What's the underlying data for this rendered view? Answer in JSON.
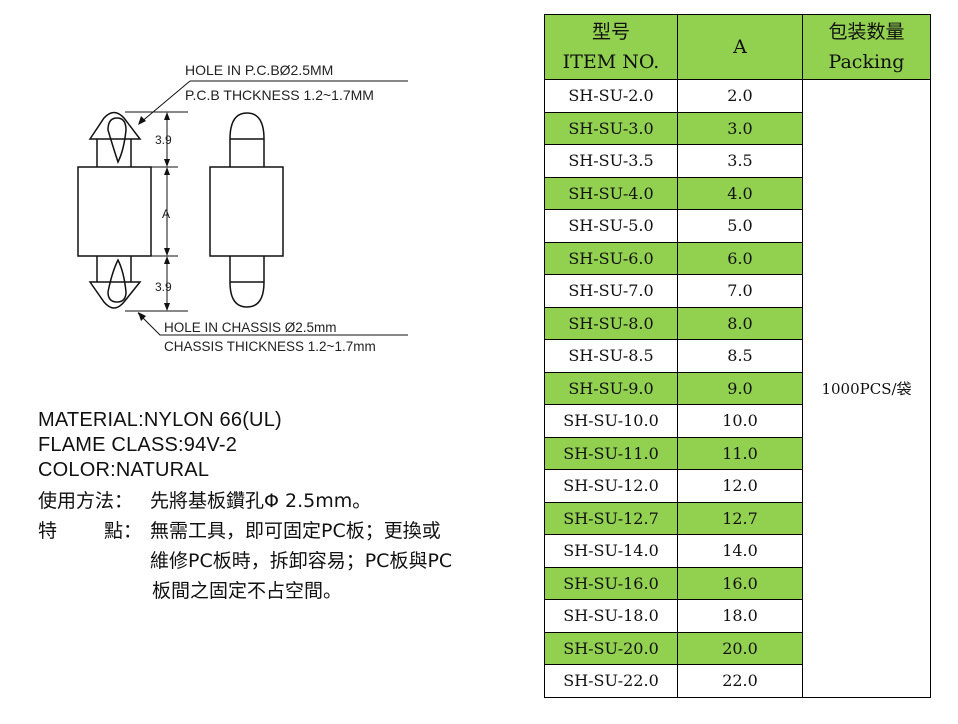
{
  "diagram": {
    "pcb_hole": "HOLE IN P.C.BØ2.5MM",
    "pcb_thickness": "P.C.B THCKNESS 1.2~1.7MM",
    "chassis_hole": "HOLE IN CHASSIS Ø2.5mm",
    "chassis_thickness": "CHASSIS THICKNESS 1.2~1.7mm",
    "dim_top": "3.9",
    "dim_mid": "A",
    "dim_bottom": "3.9"
  },
  "specs": {
    "material": "MATERIAL:NYLON 66(UL)",
    "flame": "FLAME CLASS:94V-2",
    "color": "COLOR:NATURAL",
    "usage_label": "使用方法：",
    "usage_text": "先將基板鑽孔Φ 2.5mm。",
    "feature_label_1": "特",
    "feature_label_2": "點：",
    "feature_line1": "無需工具，即可固定PC板；更換或",
    "feature_line2": "維修PC板時，拆卸容易；PC板與PC",
    "feature_line3": "板間之固定不占空間。"
  },
  "table": {
    "header_item_cn": "型号",
    "header_item_en": "ITEM NO.",
    "header_a": "A",
    "header_pack_cn": "包装数量",
    "header_pack_en": "Packing",
    "packing": "1000PCS/袋",
    "rows": [
      {
        "item": "SH-SU-2.0",
        "a": "2.0"
      },
      {
        "item": "SH-SU-3.0",
        "a": "3.0"
      },
      {
        "item": "SH-SU-3.5",
        "a": "3.5"
      },
      {
        "item": "SH-SU-4.0",
        "a": "4.0"
      },
      {
        "item": "SH-SU-5.0",
        "a": "5.0"
      },
      {
        "item": "SH-SU-6.0",
        "a": "6.0"
      },
      {
        "item": "SH-SU-7.0",
        "a": "7.0"
      },
      {
        "item": "SH-SU-8.0",
        "a": "8.0"
      },
      {
        "item": "SH-SU-8.5",
        "a": "8.5"
      },
      {
        "item": "SH-SU-9.0",
        "a": "9.0"
      },
      {
        "item": "SH-SU-10.0",
        "a": "10.0"
      },
      {
        "item": "SH-SU-11.0",
        "a": "11.0"
      },
      {
        "item": "SH-SU-12.0",
        "a": "12.0"
      },
      {
        "item": "SH-SU-12.7",
        "a": "12.7"
      },
      {
        "item": "SH-SU-14.0",
        "a": "14.0"
      },
      {
        "item": "SH-SU-16.0",
        "a": "16.0"
      },
      {
        "item": "SH-SU-18.0",
        "a": "18.0"
      },
      {
        "item": "SH-SU-20.0",
        "a": "20.0"
      },
      {
        "item": "SH-SU-22.0",
        "a": "22.0"
      }
    ],
    "colors": {
      "green": "#92d050"
    }
  }
}
